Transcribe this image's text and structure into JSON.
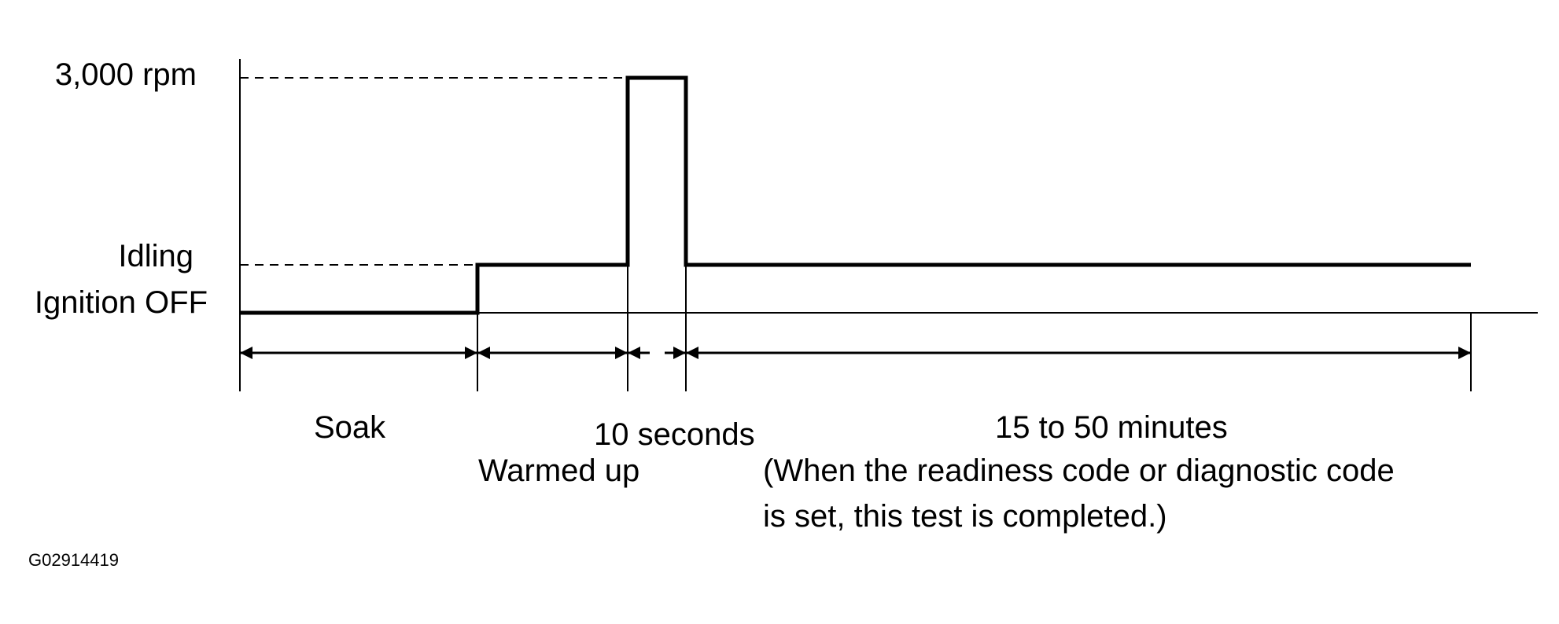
{
  "diagram": {
    "y_levels": {
      "rpm_3000": "3,000 rpm",
      "idling": "Idling",
      "ignition_off": "Ignition OFF"
    },
    "phases": {
      "soak": "Soak",
      "warmed_up": "Warmed up",
      "ten_seconds": "10 seconds",
      "duration": "15 to 50 minutes",
      "note_line1": "(When the readiness code or diagnostic code",
      "note_line2": "is set, this test is completed.)"
    },
    "figure_id": "G02914419"
  }
}
